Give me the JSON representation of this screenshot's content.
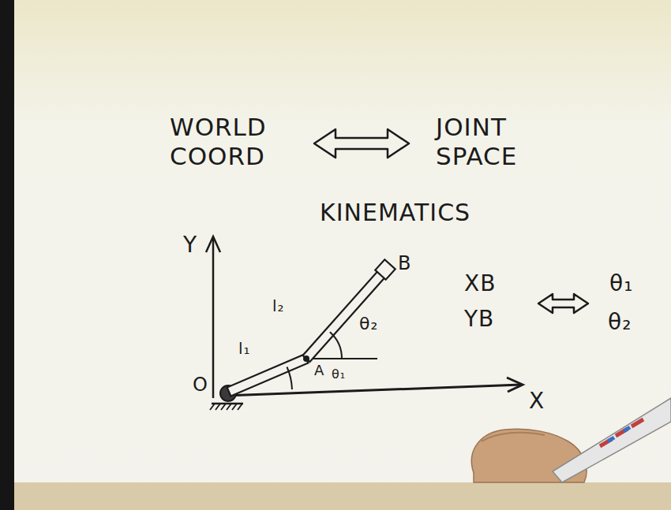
{
  "diagram": {
    "labels": [
      "WORLD COORD",
      "JOINT SPACE",
      "KINEMATICS",
      "Y",
      "B",
      "l₂",
      "θ₂",
      "XB",
      "θ₁",
      "YB",
      "θ₂",
      "l₁",
      "A",
      "O",
      "θ₁",
      "X"
    ]
  }
}
